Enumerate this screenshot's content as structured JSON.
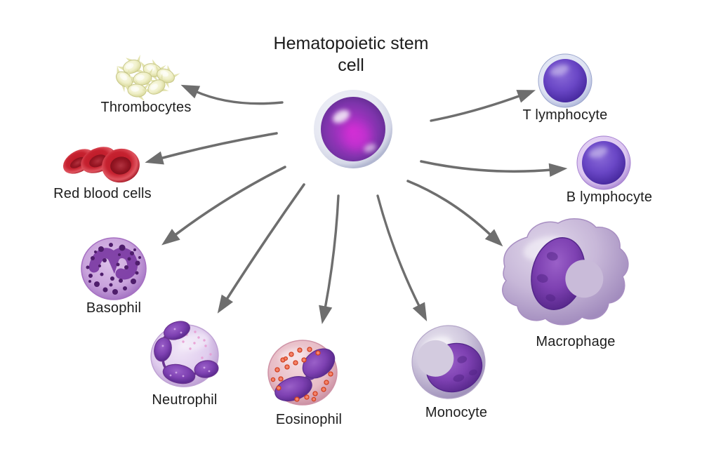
{
  "title": "Hematopoietic stem cell",
  "labels": {
    "thrombocytes": "Thrombocytes",
    "red_blood_cells": "Red blood cells",
    "basophil": "Basophil",
    "neutrophil": "Neutrophil",
    "eosinophil": "Eosinophil",
    "monocyte": "Monocyte",
    "macrophage": "Macrophage",
    "t_lymphocyte": "T lymphocyte",
    "b_lymphocyte": "B lymphocyte"
  },
  "colors": {
    "background": "#ffffff",
    "text": "#1d1d1d",
    "arrow_gray": "#6e6e6e",
    "stem_cell_purple": "#8336b2",
    "stem_cell_magenta_glow": "#da2ad4",
    "stem_cell_rim": "#ccd0e2",
    "lymphocyte_body": "#6747c8",
    "t_lymphocyte_rim": "#c9d0ea",
    "b_lymphocyte_rim": "#cdb0e6",
    "thrombocyte_yellow": "#efefc8",
    "red_blood_cell": "#c51f2c",
    "basophil_body": "#c9a3dc",
    "basophil_granule": "#4e1d6b",
    "neutrophil_body": "#e0cdee",
    "eosinophil_body": "#e7bcc6",
    "eosinophil_granule": "#d23f1f",
    "monocyte_body": "#cfc7dd",
    "macrophage_body": "#c7b7d8",
    "nucleus_purple": "#7a3fae"
  },
  "icons": [
    "stem-cell-icon",
    "thrombocytes-icon",
    "red-blood-cells-icon",
    "basophil-icon",
    "neutrophil-icon",
    "eosinophil-icon",
    "monocyte-icon",
    "macrophage-icon",
    "t-lymphocyte-icon",
    "b-lymphocyte-icon",
    "arrow-icon"
  ]
}
